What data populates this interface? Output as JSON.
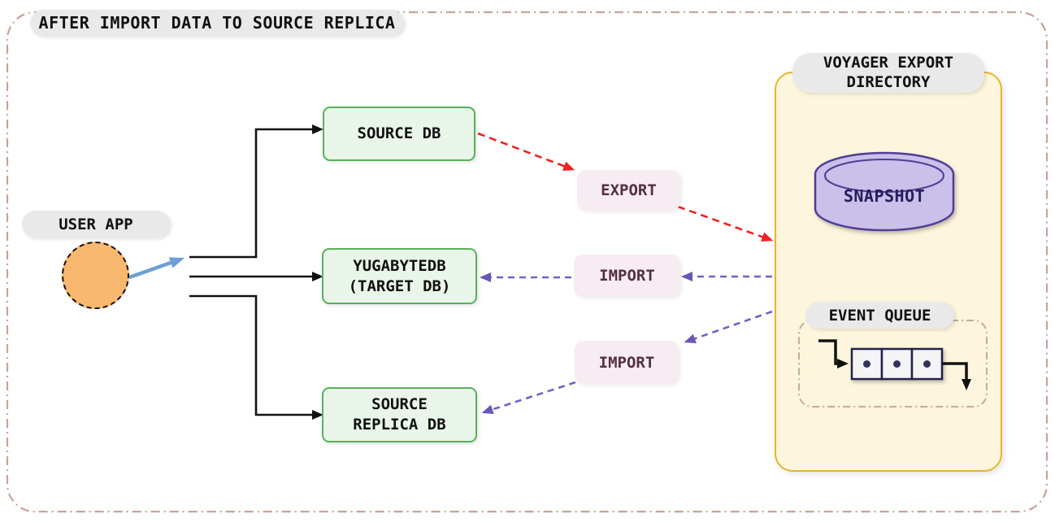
{
  "diagram": {
    "title": "AFTER IMPORT DATA TO SOURCE REPLICA",
    "user_app": {
      "label": "USER APP"
    },
    "nodes": {
      "source_db": {
        "line1": "SOURCE DB"
      },
      "target_db": {
        "line1": "YUGABYTEDB",
        "line2": "(TARGET DB)"
      },
      "source_replica": {
        "line1": "SOURCE",
        "line2": "REPLICA DB"
      }
    },
    "labels": {
      "export": "EXPORT",
      "import_target": "IMPORT",
      "import_replica": "IMPORT"
    },
    "voyager": {
      "title_line1": "VOYAGER EXPORT",
      "title_line2": "DIRECTORY",
      "snapshot_label": "SNAPSHOT",
      "event_queue_label": "EVENT QUEUE"
    }
  },
  "icons": {
    "user_app": "user-app-circle-icon",
    "snapshot": "database-cylinder-icon",
    "event_queue": "queue-cells-icon"
  },
  "colors": {
    "outer_border": "#c9a398",
    "pill_bg": "#e9e9e9",
    "node_fill": "#eaf5e9",
    "node_border": "#57b25a",
    "label_fill": "#f7ecf2",
    "label_text": "#54303f",
    "container_fill": "#fdf6dc",
    "container_border": "#e9b42f",
    "cylinder_fill": "#cac0e9",
    "cylinder_border": "#4f3d96",
    "snapshot_text": "#241e5e",
    "red_arrow": "#ee2224",
    "purple_arrow": "#7460c7",
    "blue_arrow": "#6b9fd6",
    "black_line": "#111111",
    "queue_dashed_border": "#c5aaa2",
    "user_app_fill": "#f9b86f"
  }
}
